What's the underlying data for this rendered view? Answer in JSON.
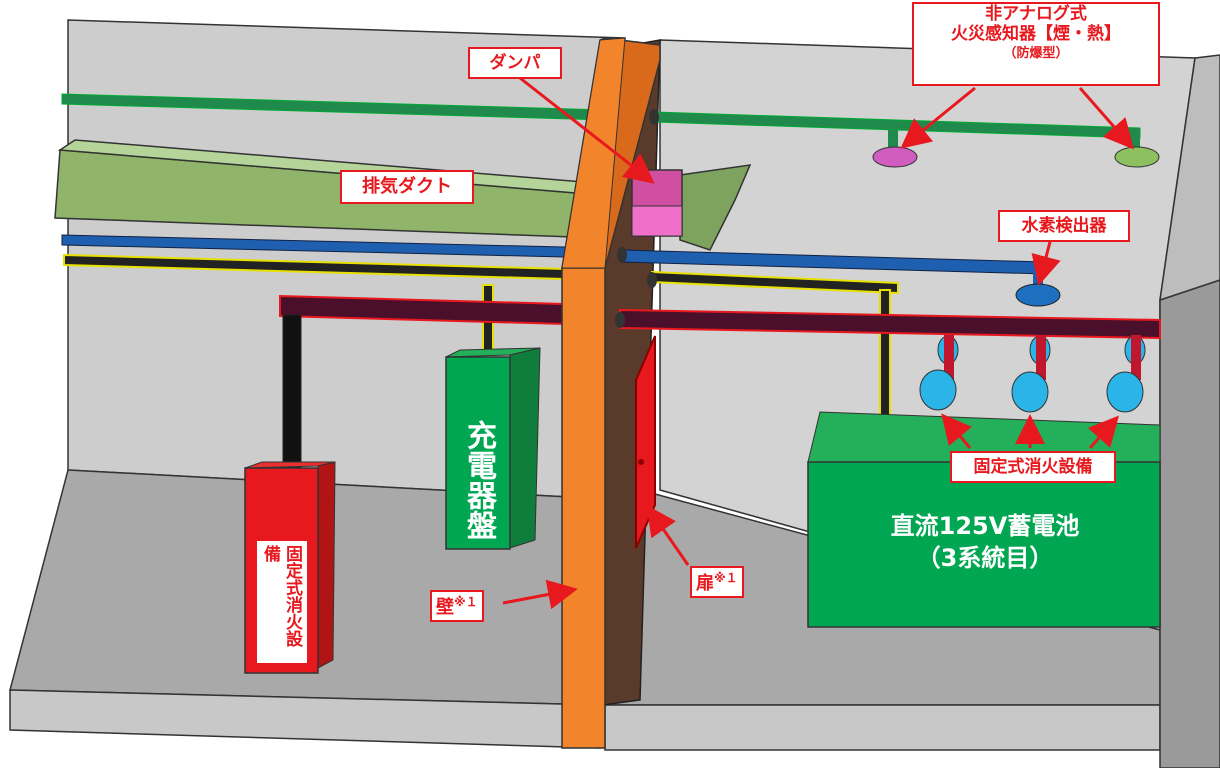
{
  "labels": {
    "damper": "ダンパ",
    "exhaust_duct": "排気ダクト",
    "detector_line1": "非アナログ式",
    "detector_line2": "火災感知器【煙・熱】",
    "detector_line3": "（防爆型）",
    "hydrogen_detector": "水素検出器",
    "charger_panel": "充電器盤",
    "fire_ext_left": "固定式消火設備",
    "fire_ext_right": "固定式消火設備",
    "battery_line1": "直流125V蓄電池",
    "battery_line2": "（3系統目）",
    "wall": "壁",
    "door": "扉",
    "note_mark": "※１"
  },
  "colors": {
    "label_red": "#e8191e",
    "wall_orange": "#f2842b",
    "equipment_green": "#00a651",
    "floor_gray": "#b3b3b3",
    "back_wall_gray": "#cfcfcf"
  }
}
